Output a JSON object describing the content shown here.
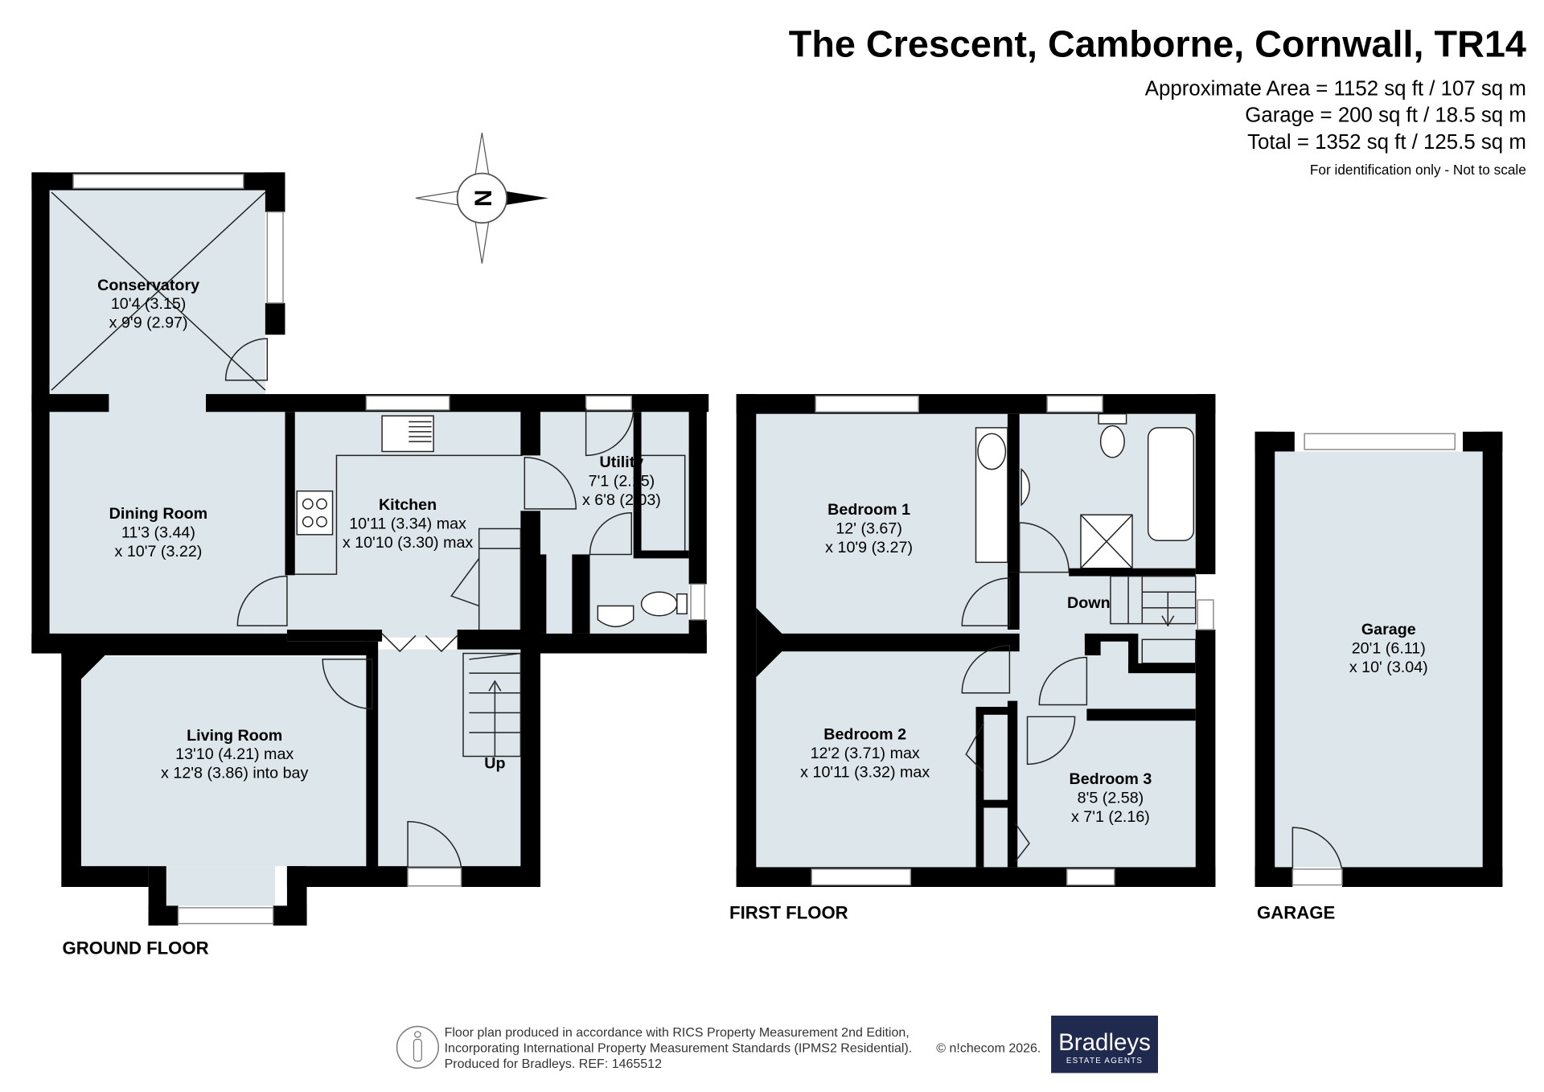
{
  "header": {
    "title": "The Crescent, Camborne, Cornwall, TR14",
    "area_approx": "Approximate Area = 1152 sq ft / 107 sq m",
    "area_garage": "Garage = 200 sq ft / 18.5 sq m",
    "area_total": "Total = 1352 sq ft / 125.5 sq m",
    "disclaimer": "For identification only - Not to scale"
  },
  "compass": {
    "letter": "N"
  },
  "ground_floor": {
    "label": "GROUND FLOOR",
    "rooms": {
      "conservatory": {
        "name": "Conservatory",
        "dim1": "10'4 (3.15)",
        "dim2": "x 9'9 (2.97)"
      },
      "dining": {
        "name": "Dining Room",
        "dim1": "11'3 (3.44)",
        "dim2": "x 10'7 (3.22)"
      },
      "kitchen": {
        "name": "Kitchen",
        "dim1": "10'11 (3.34) max",
        "dim2": "x 10'10 (3.30) max"
      },
      "utility": {
        "name": "Utility",
        "dim1": "7'1 (2.15)",
        "dim2": "x 6'8 (2.03)"
      },
      "living": {
        "name": "Living Room",
        "dim1": "13'10 (4.21) max",
        "dim2": "x 12'8 (3.86) into bay"
      }
    },
    "stair_label": "Up"
  },
  "first_floor": {
    "label": "FIRST FLOOR",
    "rooms": {
      "bed1": {
        "name": "Bedroom 1",
        "dim1": "12' (3.67)",
        "dim2": "x 10'9 (3.27)"
      },
      "bed2": {
        "name": "Bedroom 2",
        "dim1": "12'2 (3.71) max",
        "dim2": "x 10'11 (3.32) max"
      },
      "bed3": {
        "name": "Bedroom 3",
        "dim1": "8'5 (2.58)",
        "dim2": "x 7'1 (2.16)"
      }
    },
    "stair_label": "Down"
  },
  "garage": {
    "label": "GARAGE",
    "name": "Garage",
    "dim1": "20'1 (6.11)",
    "dim2": "x 10' (3.04)"
  },
  "footer": {
    "line1": "Floor plan produced in accordance with RICS Property Measurement 2nd Edition,",
    "line2": "Incorporating International Property Measurement Standards (IPMS2 Residential).",
    "line3": "Produced for Bradleys.   REF: 1465512",
    "copyright": "© n!checom 2026.",
    "logo_name": "Bradleys",
    "logo_sub": "ESTATE AGENTS",
    "logo_color": "#1f2a4e"
  }
}
